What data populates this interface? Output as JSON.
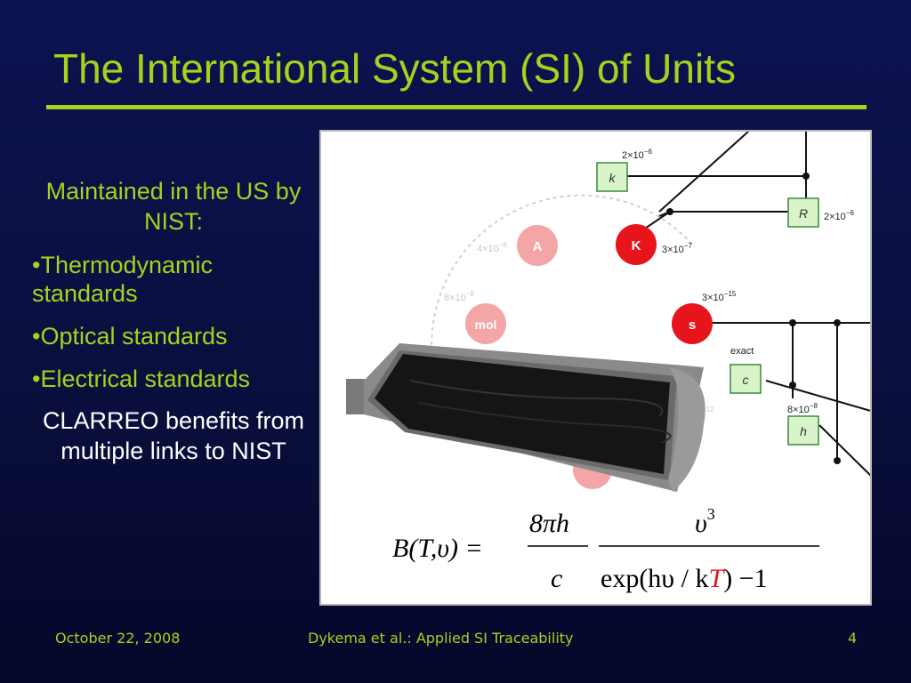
{
  "slide": {
    "title": "The International System (SI) of Units",
    "intro": "Maintained in the US by NIST:",
    "bullets": [
      "•Thermodynamic standards",
      "•Optical standards",
      "•Electrical standards"
    ],
    "benefits": "CLARREO benefits from multiple links to NIST"
  },
  "diagram": {
    "boxes": {
      "k": "k",
      "R": "R",
      "c": "c",
      "h": "h"
    },
    "circles": {
      "K": "K",
      "s": "s",
      "A": "A",
      "mol": "mol"
    },
    "labels": {
      "k_unc": "2×10",
      "k_exp": "−6",
      "R_unc": "2×10",
      "R_exp": "−6",
      "K_unc": "3×10",
      "K_exp": "−7",
      "s_unc": "3×10",
      "s_exp": "−15",
      "A_unc": "4×10",
      "A_exp": "−6",
      "mol_unc": "8×10",
      "mol_exp": "−8",
      "c_unc": "exact",
      "h_unc": "8×10",
      "h_exp": "−8",
      "hidden_exp": "−12"
    },
    "formula": {
      "lhs": "B(T,υ) =",
      "num1": "8πh",
      "den1": "c",
      "num2": "υ",
      "num2_sup": "3",
      "den2_a": "exp(hυ / k",
      "den2_T": "T",
      "den2_b": ") −1"
    },
    "colors": {
      "si_red": "#e8141c",
      "faded_red": "#f4a6a6",
      "box_green": "#d8f4c8"
    }
  },
  "footer": {
    "date": "October 22, 2008",
    "center": "Dykema et al.: Applied SI Traceability",
    "page": "4"
  }
}
